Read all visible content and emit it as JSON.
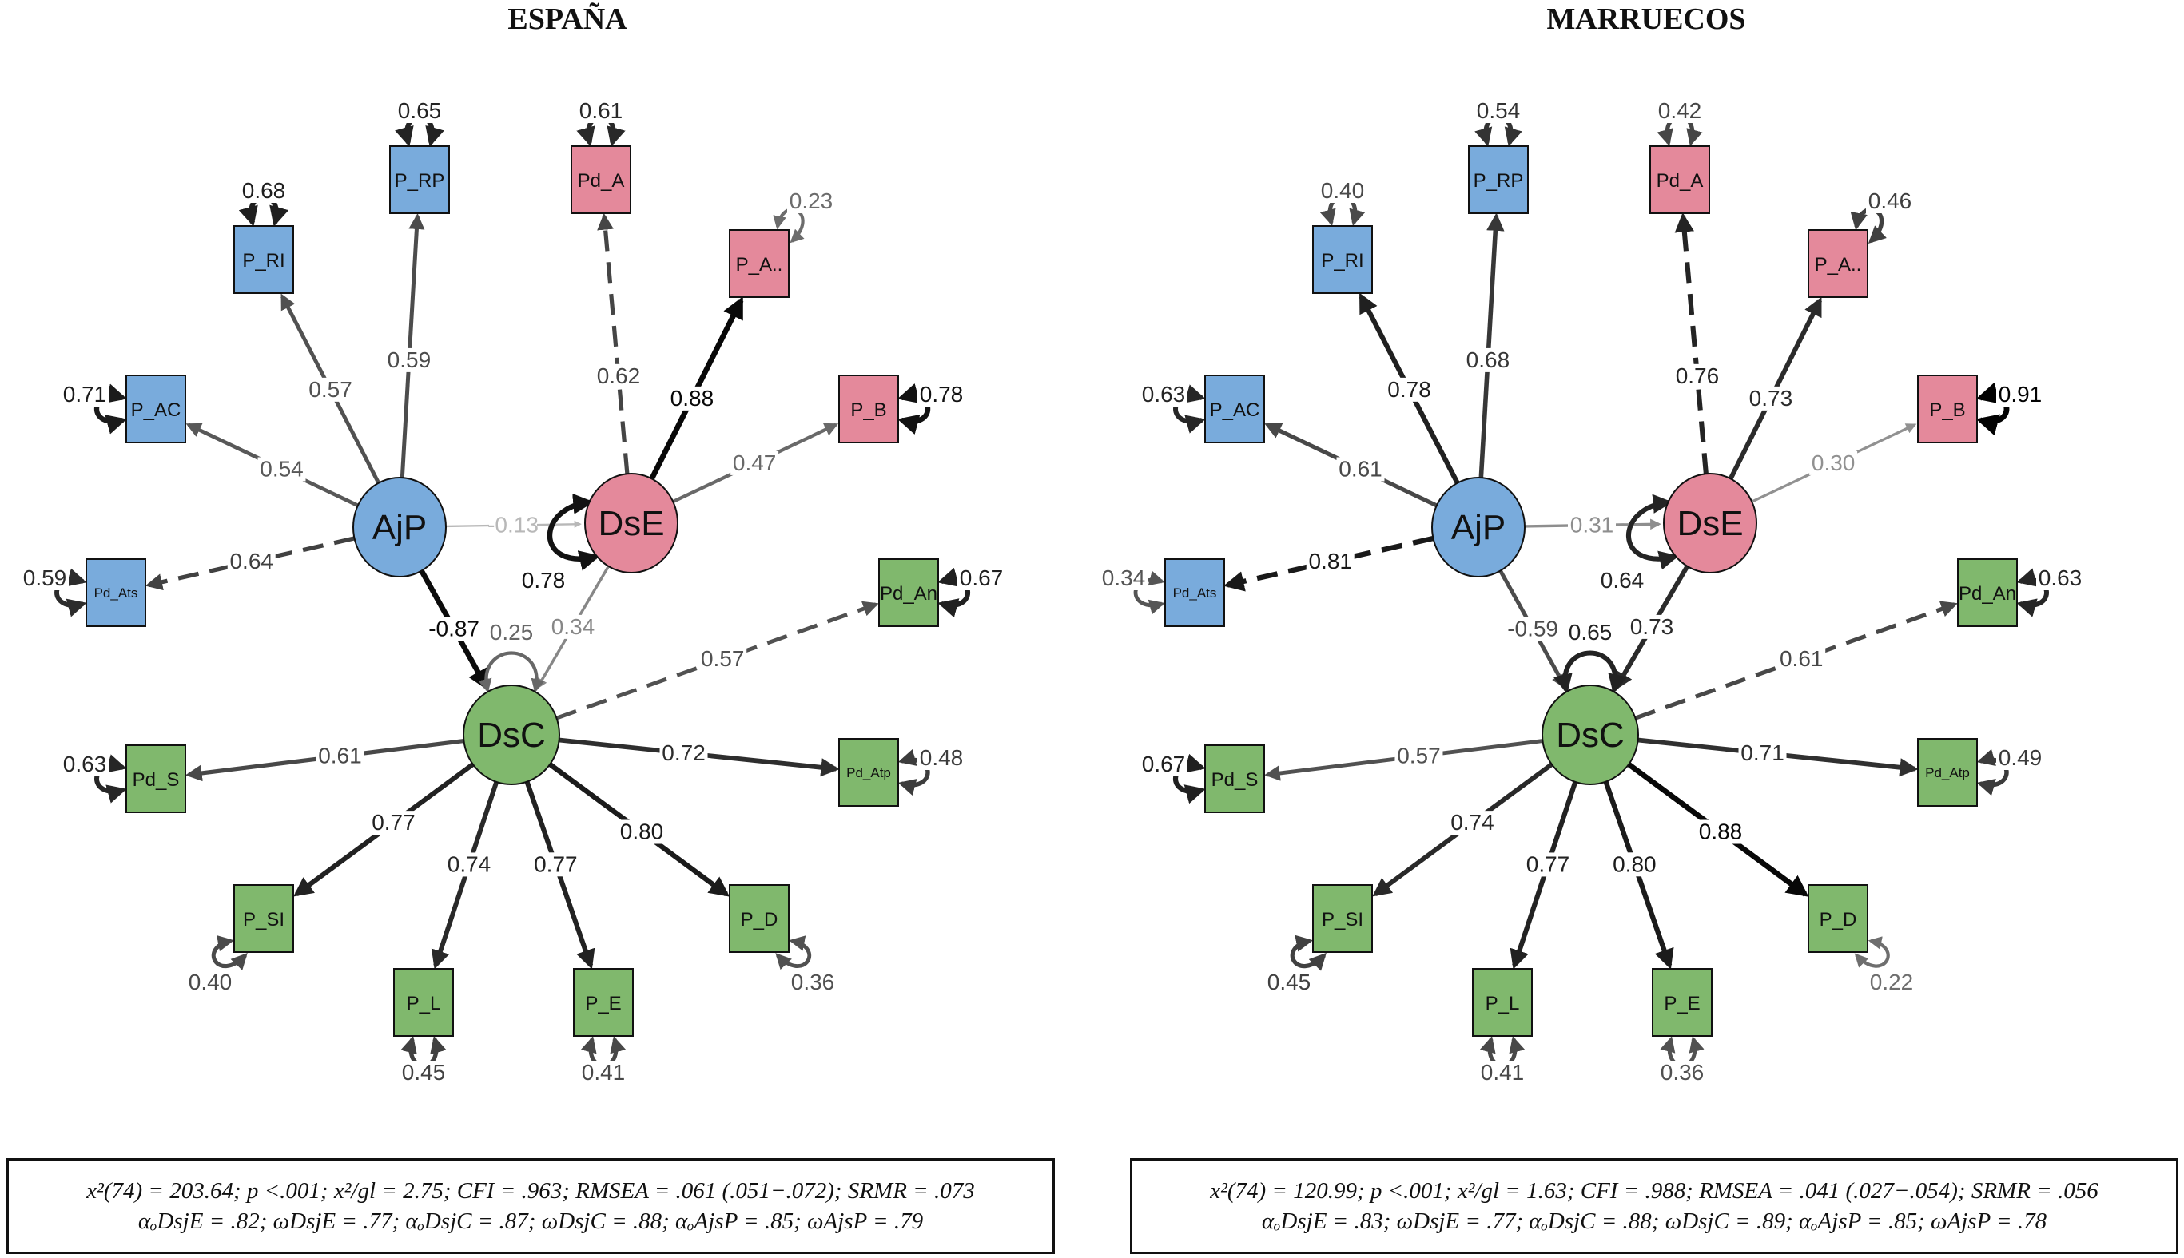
{
  "panels": [
    {
      "title": "ESPAÑA",
      "fit_line1": "x²(74) = 203.64; p <.001; x²/gl = 2.75; CFI = .963; RMSEA = .061 (.051−.072); SRMR = .073",
      "fit_line2": "αₒDsjE = .82; ωDsjE = .77; αₒDsjC = .87; ωDsjC = .88; αₒAjsP = .85; ωAjsP = .79",
      "latents": [
        {
          "id": "AjP",
          "label": "AjP",
          "color": "#79abdc"
        },
        {
          "id": "DsE",
          "label": "DsE",
          "color": "#e4899b"
        },
        {
          "id": "DsC",
          "label": "DsC",
          "color": "#80b86d"
        }
      ],
      "indicators": [
        {
          "id": "P_RI",
          "label": "P_RI",
          "factor": "AjP",
          "loading": "0.57",
          "resid": "0.68",
          "dashed": false
        },
        {
          "id": "P_RP",
          "label": "P_RP",
          "factor": "AjP",
          "loading": "0.59",
          "resid": "0.65",
          "dashed": false
        },
        {
          "id": "P_AC",
          "label": "P_AC",
          "factor": "AjP",
          "loading": "0.54",
          "resid": "0.71",
          "dashed": false
        },
        {
          "id": "Pd_Ats",
          "label": "Pd_Ats",
          "factor": "AjP",
          "loading": "0.64",
          "resid": "0.59",
          "dashed": true
        },
        {
          "id": "Pd_A",
          "label": "Pd_A",
          "factor": "DsE",
          "loading": "0.62",
          "resid": "0.61",
          "dashed": true
        },
        {
          "id": "P_A",
          "label": "P_A..",
          "factor": "DsE",
          "loading": "0.88",
          "resid": "0.23",
          "dashed": false
        },
        {
          "id": "P_B",
          "label": "P_B",
          "factor": "DsE",
          "loading": "0.47",
          "resid": "0.78",
          "dashed": false
        },
        {
          "id": "Pd_An",
          "label": "Pd_An",
          "factor": "DsC",
          "loading": "0.57",
          "resid": "0.67",
          "dashed": true
        },
        {
          "id": "Pd_S",
          "label": "Pd_S",
          "factor": "DsC",
          "loading": "0.61",
          "resid": "0.63",
          "dashed": false
        },
        {
          "id": "Pd_Atp",
          "label": "Pd_Atp",
          "factor": "DsC",
          "loading": "0.72",
          "resid": "0.48",
          "dashed": false
        },
        {
          "id": "P_SI",
          "label": "P_SI",
          "factor": "DsC",
          "loading": "0.77",
          "resid": "0.40",
          "dashed": false
        },
        {
          "id": "P_L",
          "label": "P_L",
          "factor": "DsC",
          "loading": "0.74",
          "resid": "0.45",
          "dashed": false
        },
        {
          "id": "P_E",
          "label": "P_E",
          "factor": "DsC",
          "loading": "0.77",
          "resid": "0.41",
          "dashed": false
        },
        {
          "id": "P_D",
          "label": "P_D",
          "factor": "DsC",
          "loading": "0.80",
          "resid": "0.36",
          "dashed": false
        }
      ],
      "structural": [
        {
          "from": "AjP",
          "to": "DsE",
          "value": "-0.13"
        },
        {
          "from": "AjP",
          "to": "DsC",
          "value": "-0.87"
        },
        {
          "from": "DsE",
          "to": "DsC",
          "value": "0.34"
        }
      ],
      "latent_resid": [
        {
          "id": "DsE",
          "value": "0.78"
        },
        {
          "id": "DsC",
          "value": "0.25"
        }
      ]
    },
    {
      "title": "MARRUECOS",
      "fit_line1": "x²(74) = 120.99; p <.001; x²/gl = 1.63; CFI = .988; RMSEA = .041 (.027−.054); SRMR = .056",
      "fit_line2": "αₒDsjE = .83; ωDsjE = .77; αₒDsjC = .88; ωDsjC = .89; αₒAjsP = .85; ωAjsP = .78",
      "latents": [
        {
          "id": "AjP",
          "label": "AjP",
          "color": "#79abdc"
        },
        {
          "id": "DsE",
          "label": "DsE",
          "color": "#e4899b"
        },
        {
          "id": "DsC",
          "label": "DsC",
          "color": "#80b86d"
        }
      ],
      "indicators": [
        {
          "id": "P_RI",
          "label": "P_RI",
          "factor": "AjP",
          "loading": "0.78",
          "resid": "0.40",
          "dashed": false
        },
        {
          "id": "P_RP",
          "label": "P_RP",
          "factor": "AjP",
          "loading": "0.68",
          "resid": "0.54",
          "dashed": false
        },
        {
          "id": "P_AC",
          "label": "P_AC",
          "factor": "AjP",
          "loading": "0.61",
          "resid": "0.63",
          "dashed": false
        },
        {
          "id": "Pd_Ats",
          "label": "Pd_Ats",
          "factor": "AjP",
          "loading": "0.81",
          "resid": "0.34",
          "dashed": true
        },
        {
          "id": "Pd_A",
          "label": "Pd_A",
          "factor": "DsE",
          "loading": "0.76",
          "resid": "0.42",
          "dashed": true
        },
        {
          "id": "P_A",
          "label": "P_A..",
          "factor": "DsE",
          "loading": "0.73",
          "resid": "0.46",
          "dashed": false
        },
        {
          "id": "P_B",
          "label": "P_B",
          "factor": "DsE",
          "loading": "0.30",
          "resid": "0.91",
          "dashed": false
        },
        {
          "id": "Pd_An",
          "label": "Pd_An",
          "factor": "DsC",
          "loading": "0.61",
          "resid": "0.63",
          "dashed": true
        },
        {
          "id": "Pd_S",
          "label": "Pd_S",
          "factor": "DsC",
          "loading": "0.57",
          "resid": "0.67",
          "dashed": false
        },
        {
          "id": "Pd_Atp",
          "label": "Pd_Atp",
          "factor": "DsC",
          "loading": "0.71",
          "resid": "0.49",
          "dashed": false
        },
        {
          "id": "P_SI",
          "label": "P_SI",
          "factor": "DsC",
          "loading": "0.74",
          "resid": "0.45",
          "dashed": false
        },
        {
          "id": "P_L",
          "label": "P_L",
          "factor": "DsC",
          "loading": "0.77",
          "resid": "0.41",
          "dashed": false
        },
        {
          "id": "P_E",
          "label": "P_E",
          "factor": "DsC",
          "loading": "0.80",
          "resid": "0.36",
          "dashed": false
        },
        {
          "id": "P_D",
          "label": "P_D",
          "factor": "DsC",
          "loading": "0.88",
          "resid": "0.22",
          "dashed": false
        }
      ],
      "structural": [
        {
          "from": "AjP",
          "to": "DsE",
          "value": "0.31"
        },
        {
          "from": "AjP",
          "to": "DsC",
          "value": "-0.59"
        },
        {
          "from": "DsE",
          "to": "DsC",
          "value": "0.73"
        }
      ],
      "latent_resid": [
        {
          "id": "DsE",
          "value": "0.64"
        },
        {
          "id": "DsC",
          "value": "0.65"
        }
      ]
    }
  ]
}
